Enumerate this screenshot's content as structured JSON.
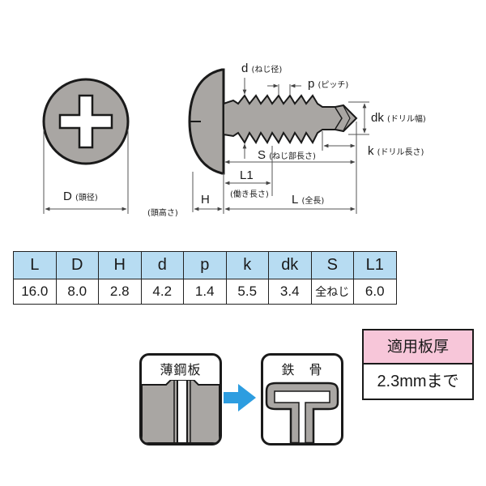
{
  "dimension_labels": {
    "d": {
      "symbol": "d",
      "desc": "(ねじ径)"
    },
    "p": {
      "symbol": "p",
      "desc": "(ピッチ)"
    },
    "dk": {
      "symbol": "dk",
      "desc": "(ドリル幅)"
    },
    "S": {
      "symbol": "S",
      "desc": "(ねじ部長さ)"
    },
    "k": {
      "symbol": "k",
      "desc": "(ドリル長さ)"
    },
    "L1": {
      "symbol": "L1",
      "desc": "(働き長さ)"
    },
    "D": {
      "symbol": "D",
      "desc": "(頭径)"
    },
    "H": {
      "symbol": "H",
      "desc": "(頭高さ)"
    },
    "L": {
      "symbol": "L",
      "desc": "(全長)"
    }
  },
  "spec_table": {
    "headers": [
      "L",
      "D",
      "H",
      "d",
      "p",
      "k",
      "dk",
      "S",
      "L1"
    ],
    "values": [
      "16.0",
      "8.0",
      "2.8",
      "4.2",
      "1.4",
      "5.5",
      "3.4",
      "全ねじ",
      "6.0"
    ]
  },
  "materials": {
    "from_label": "薄鋼板",
    "to_label": "鉄　骨"
  },
  "thickness": {
    "header": "適用板厚",
    "value": "2.3mmまで"
  },
  "colors": {
    "metal_gray": "#a9a6a3",
    "outline": "#1a1a1a",
    "table_header": "#b7dcf2",
    "thickness_header": "#f7c6d9",
    "arrow_blue": "#2d9de0"
  }
}
